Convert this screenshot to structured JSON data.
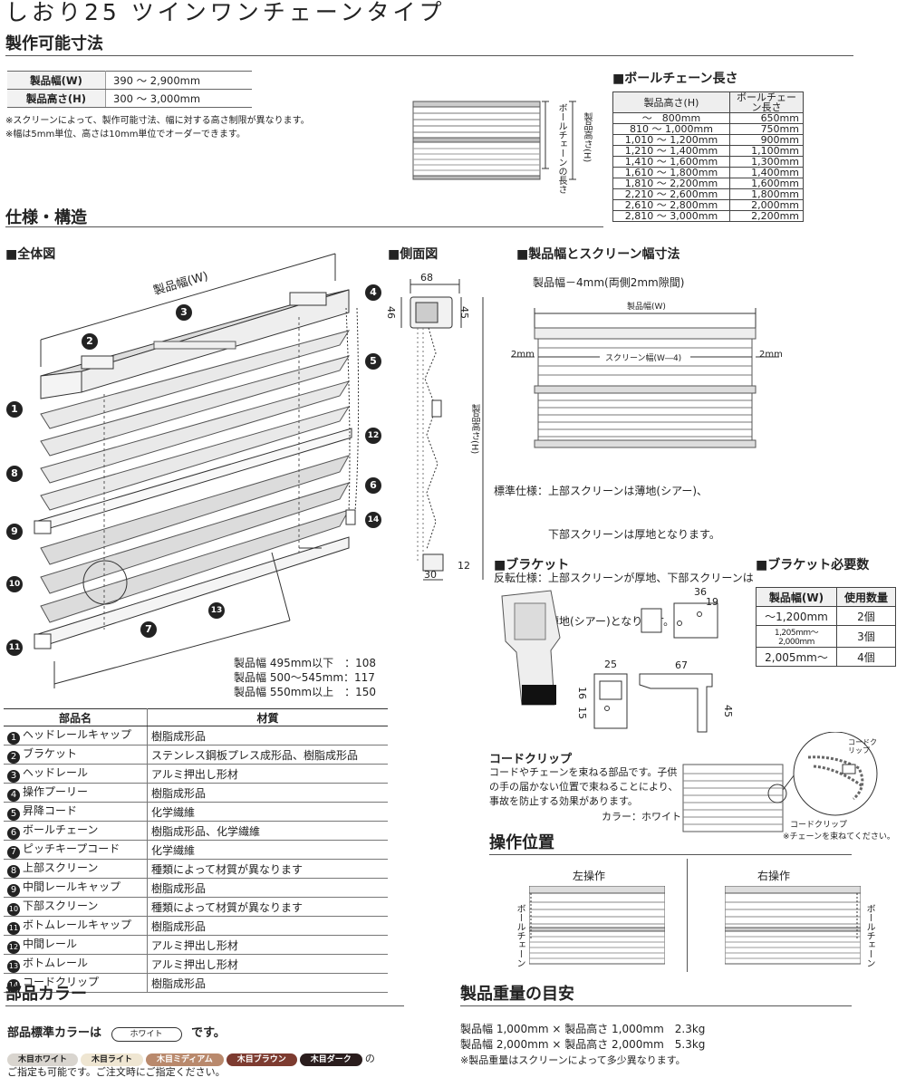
{
  "header": {
    "title": "しおり25 ツインワンチェーンタイプ",
    "subtitle": "製作可能寸法"
  },
  "size_spec": {
    "rows": [
      {
        "label": "製品幅(W)",
        "value": "390 ～ 2,900mm"
      },
      {
        "label": "製品高さ(H)",
        "value": "300 ～ 3,000mm"
      }
    ],
    "notes": [
      "※スクリーンによって、製作可能寸法、幅に対する高さ制限が異なります。",
      "※幅は5mm単位、高さは10mm単位でオーダーできます。"
    ],
    "diagram_chain_label": "ボールチェーンの長さ",
    "diagram_height_label": "製品高さ(H)"
  },
  "ball_chain": {
    "title": "■ボールチェーン長さ",
    "headers": [
      "製品高さ(H)",
      "ボールチェーン長さ"
    ],
    "rows": [
      [
        "～　800mm",
        "650mm"
      ],
      [
        "810 ～ 1,000mm",
        "750mm"
      ],
      [
        "1,010 ～ 1,200mm",
        "900mm"
      ],
      [
        "1,210 ～ 1,400mm",
        "1,100mm"
      ],
      [
        "1,410 ～ 1,600mm",
        "1,300mm"
      ],
      [
        "1,610 ～ 1,800mm",
        "1,400mm"
      ],
      [
        "1,810 ～ 2,200mm",
        "1,600mm"
      ],
      [
        "2,210 ～ 2,600mm",
        "1,800mm"
      ],
      [
        "2,610 ～ 2,800mm",
        "2,000mm"
      ],
      [
        "2,810 ～ 3,000mm",
        "2,200mm"
      ]
    ]
  },
  "spec_section": {
    "title": "仕様・構造"
  },
  "overall": {
    "title": "■全体図",
    "width_label": "製品幅(W)",
    "callouts": [
      "1",
      "2",
      "3",
      "4",
      "5",
      "6",
      "7",
      "8",
      "9",
      "10",
      "11",
      "12",
      "13",
      "14"
    ],
    "dims": [
      "製品幅 495mm以下　：108",
      "製品幅 500～545mm：117",
      "製品幅 550mm以上　：150"
    ]
  },
  "side": {
    "title": "■側面図",
    "dim_top": "68",
    "dim_left": "46",
    "dim_right": "45",
    "dim_height": "製品高さ(H)",
    "dim_bottom_w": "30",
    "dim_bottom_h": "12"
  },
  "screen_width": {
    "title": "■製品幅とスクリーン幅寸法",
    "caption": "製品幅－4mm(両側2mm隙間)",
    "product_w": "製品幅(W)",
    "screen_w": "スクリーン幅(W―4)",
    "gap_left": "2mm",
    "gap_right": "2mm",
    "notes": [
      "標準仕様：上部スクリーンは薄地(シアー)、",
      "　　　　　下部スクリーンは厚地となります。",
      "反転仕様：上部スクリーンが厚地、下部スクリーンは",
      "　　　　　薄地(シアー)となります。"
    ]
  },
  "bracket": {
    "title": "■ブラケット",
    "dims": [
      "36",
      "19",
      "25",
      "67",
      "16",
      "15",
      "45"
    ]
  },
  "bracket_req": {
    "title": "■ブラケット必要数",
    "headers": [
      "製品幅(W)",
      "使用数量"
    ],
    "rows": [
      [
        "～1,200mm",
        "2個"
      ],
      [
        "1,205mm～2,000mm",
        "3個"
      ],
      [
        "2,005mm～",
        "4個"
      ]
    ]
  },
  "parts": {
    "headers": [
      "部品名",
      "材質"
    ],
    "rows": [
      {
        "no": "1",
        "name": "ヘッドレールキャップ",
        "material": "樹脂成形品"
      },
      {
        "no": "2",
        "name": "ブラケット",
        "material": "ステンレス鋼板プレス成形品、樹脂成形品"
      },
      {
        "no": "3",
        "name": "ヘッドレール",
        "material": "アルミ押出し形材"
      },
      {
        "no": "4",
        "name": "操作プーリー",
        "material": "樹脂成形品"
      },
      {
        "no": "5",
        "name": "昇降コード",
        "material": "化学繊維"
      },
      {
        "no": "6",
        "name": "ボールチェーン",
        "material": "樹脂成形品、化学繊維"
      },
      {
        "no": "7",
        "name": "ピッチキープコード",
        "material": "化学繊維"
      },
      {
        "no": "8",
        "name": "上部スクリーン",
        "material": "種類によって材質が異なります"
      },
      {
        "no": "9",
        "name": "中間レールキャップ",
        "material": "樹脂成形品"
      },
      {
        "no": "10",
        "name": "下部スクリーン",
        "material": "種類によって材質が異なります"
      },
      {
        "no": "11",
        "name": "ボトムレールキャップ",
        "material": "樹脂成形品"
      },
      {
        "no": "12",
        "name": "中間レール",
        "material": "アルミ押出し形材"
      },
      {
        "no": "13",
        "name": "ボトムレール",
        "material": "アルミ押出し形材"
      },
      {
        "no": "14",
        "name": "コードクリップ",
        "material": "樹脂成形品"
      }
    ]
  },
  "cord_clip": {
    "title": "コードクリップ",
    "desc": [
      "コードやチェーンを束ねる部品です。子供",
      "の手の届かない位置で束ねることにより、",
      "事故を防止する効果があります。"
    ],
    "color": "カラー：ホワイト",
    "label_clip": "コードクリップ",
    "label_note": "※チェーンを束ねてください。",
    "zoom_label": "コードクリップ"
  },
  "operation": {
    "title": "操作位置",
    "left": "左操作",
    "right": "右操作",
    "chain_label": "ボールチェーン"
  },
  "colors": {
    "title": "部品カラー",
    "standard_prefix": "部品標準カラーは",
    "standard_value": "ホワイト",
    "standard_suffix": "です。",
    "options": [
      {
        "label": "木目ホワイト",
        "bg": "#d9d5cf",
        "fg": "#222"
      },
      {
        "label": "木目ライト",
        "bg": "#efe6d2",
        "fg": "#222"
      },
      {
        "label": "木目ミディアム",
        "bg": "#b9896c",
        "fg": "#fff"
      },
      {
        "label": "木目ブラウン",
        "bg": "#7d3b30",
        "fg": "#fff"
      },
      {
        "label": "木目ダーク",
        "bg": "#2a1d1d",
        "fg": "#fff"
      }
    ],
    "options_suffix": "の",
    "note": "ご指定も可能です。ご注文時にご指定ください。"
  },
  "weight": {
    "title": "製品重量の目安",
    "rows": [
      "製品幅 1,000mm × 製品高さ 1,000mm　2.3kg",
      "製品幅 2,000mm × 製品高さ 2,000mm　5.3kg"
    ],
    "note": "※製品重量はスクリーンによって多少異なります。"
  }
}
